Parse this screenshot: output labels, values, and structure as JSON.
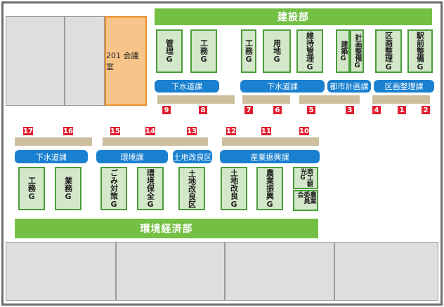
{
  "meeting_room": "201 会議室",
  "departments": {
    "kensetsu": "建設部",
    "kankyo_keizai": "環境経済部"
  },
  "sections": {
    "gesuido_right": "下水道課",
    "gesuido_mid": "下水道課",
    "toshi_keikaku": "都市計画課",
    "kukaku_seiri": "区画整理課",
    "gesuido_left": "下水道課",
    "kankyo": "環境課",
    "tochi_kairyo": "土地改良区",
    "sangyo_shinko": "産業振興課"
  },
  "groups": {
    "kanri": "管理G",
    "koumu_top": "工務G",
    "koumu_mid": "工務G",
    "youchi": "用地G",
    "iji_kanri": "維持管理G",
    "kenchiku": "建築G",
    "keikaku_seibi": "計画整備G",
    "kukaku_seiri_g": "区画整理G",
    "ekimae_seibi": "駅前整備G",
    "koumu_left": "工務G",
    "gyoumu": "業務G",
    "gomi_taisaku": "ごみ対策G",
    "kankyo_hozen": "環境保全G",
    "tochi_kairyo_ku": "土地改良区",
    "tochi_kairyo_g": "土地改良G",
    "nougyou_shinko": "農業振興G",
    "shoko_kanko": "商工観光G",
    "nougyou_iinkai": "農業委員会"
  },
  "windows": [
    "1",
    "2",
    "3",
    "4",
    "5",
    "6",
    "7",
    "8",
    "9",
    "10",
    "11",
    "12",
    "13",
    "14",
    "15",
    "16",
    "17"
  ],
  "colors": {
    "department_green": "#74c044",
    "section_blue": "#1a80d0",
    "group_fill": "#d3e8c9",
    "group_border": "#4a9d3a",
    "window_red": "#e01e2e",
    "counter_tan": "#cdbf9d",
    "meeting_orange": "#f7c489"
  }
}
